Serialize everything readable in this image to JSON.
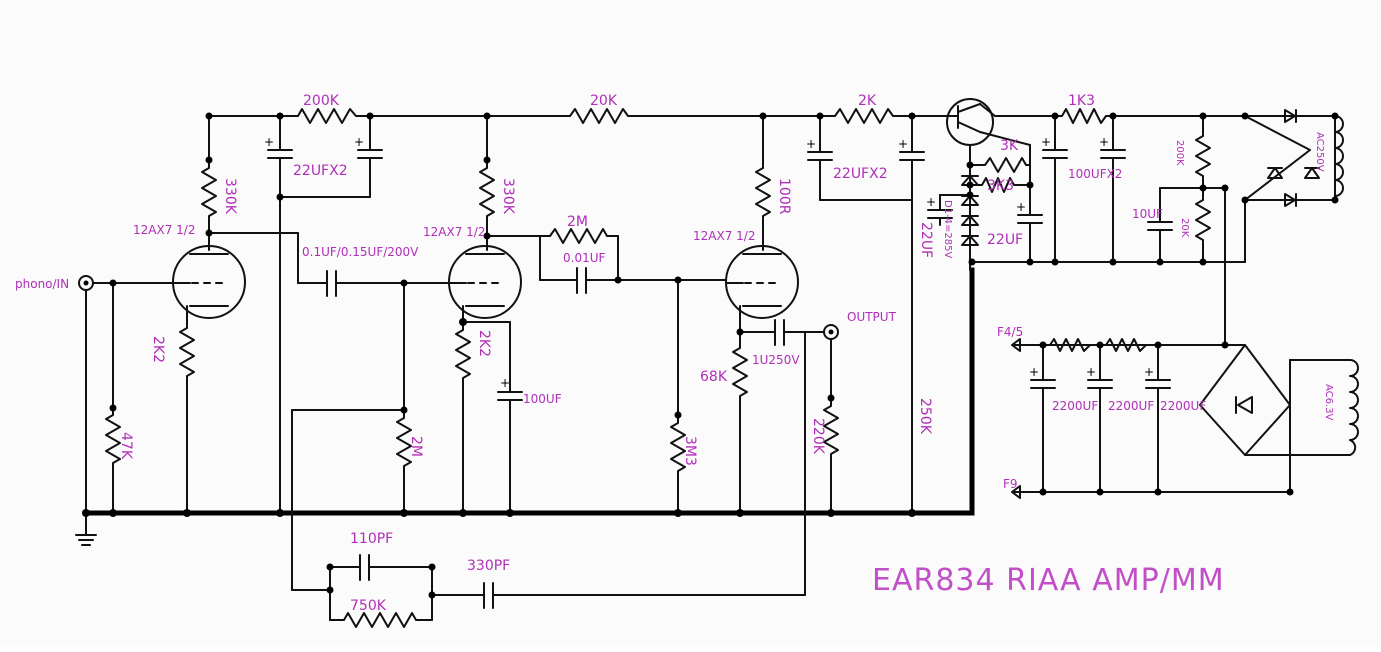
{
  "title": "EAR834 RIAA  AMP/MM",
  "labels": {
    "r200k_top": "200K",
    "r20k_top": "20K",
    "r2k_top": "2K",
    "r1k3": "1K3",
    "c22ufx2_a": "22UFX2",
    "c22ufx2_b": "22UFX2",
    "c100ufx2": "100UFX2",
    "r330k_a": "330K",
    "r330k_b": "330K",
    "r100r": "100R",
    "r3k": "3K",
    "r3k3": "3K3",
    "tube1": "12AX7 1/2",
    "tube2": "12AX7 1/2",
    "tube3": "12AX7 1/2",
    "c_coupling": "0.1UF/0.15UF/200V",
    "r2m_fb": "2M",
    "c001uf": "0.01UF",
    "diodes": "D1-4=285V",
    "c22uf_v": "22UF",
    "c22uf_b": "22UF",
    "c10uf": "10UF",
    "r200k_v": "200K",
    "r20k_v": "20K",
    "ac250v": "AC250V",
    "phono_in": "phono/IN",
    "output": "OUTPUT",
    "r2k2_a": "2K2",
    "r2k2_b": "2K2",
    "c100uf": "100UF",
    "r68k": "68K",
    "c1u250v": "1U250V",
    "r47k": "47K",
    "r2m_v": "2M",
    "r3m3": "3M3",
    "r220k": "220K",
    "r250k": "250K",
    "f45": "F4/5",
    "f9": "F9",
    "c2200_a": "2200UF",
    "c2200_b": "2200UF",
    "c2200_c": "2200UF",
    "ac63v": "AC6.3V",
    "c110pf": "110PF",
    "c330pf": "330PF",
    "r750k": "750K"
  }
}
